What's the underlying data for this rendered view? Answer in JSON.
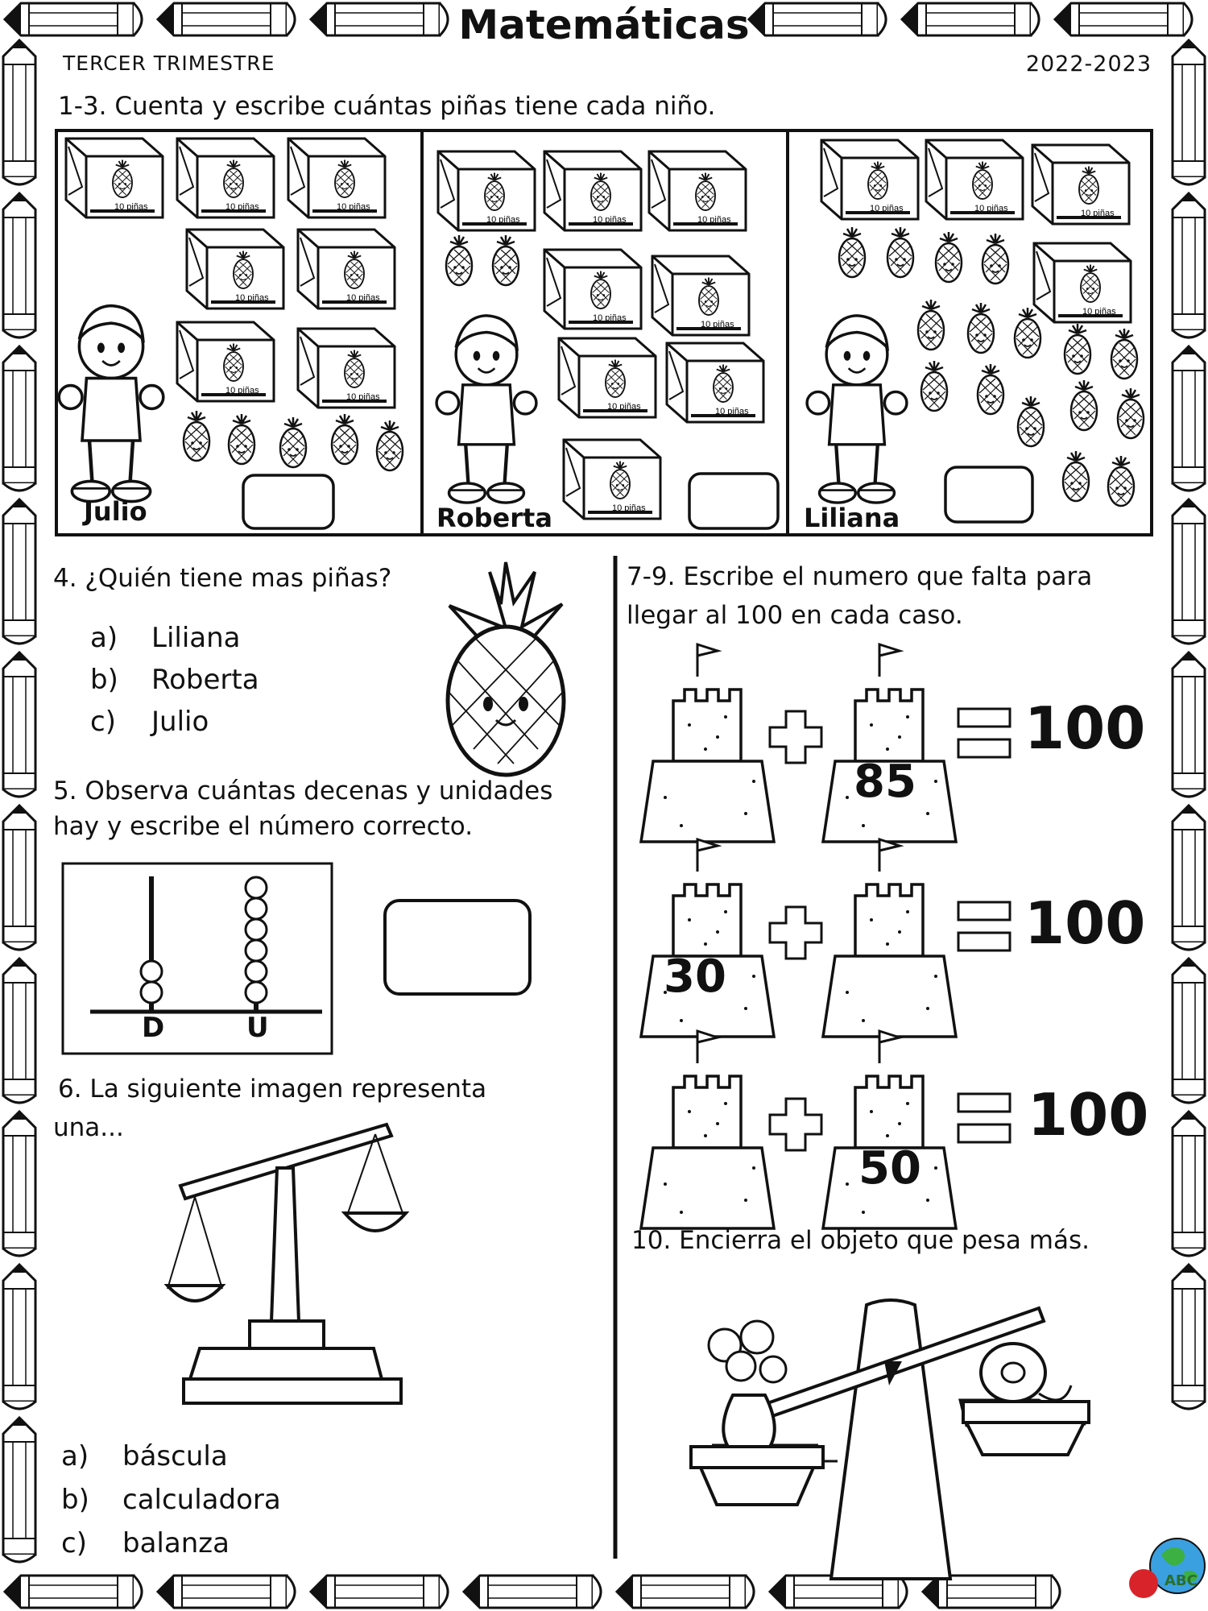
{
  "header": {
    "title": "Matemáticas",
    "term": "TERCER TRIMESTRE",
    "year": "2022-2023"
  },
  "q1_3": {
    "prompt": "1-3. Cuenta y escribe cuántas piñas tiene cada niño.",
    "box_label": "10 piñas",
    "children": [
      {
        "name": "Julio",
        "boxes": 7,
        "loose": 5
      },
      {
        "name": "Roberta",
        "boxes": 8,
        "loose": 2
      },
      {
        "name": "Liliana",
        "boxes": 4,
        "loose": 16
      }
    ]
  },
  "q4": {
    "prompt": "4. ¿Quién tiene mas piñas?",
    "options": [
      {
        "letter": "a)",
        "text": "Liliana"
      },
      {
        "letter": "b)",
        "text": "Roberta"
      },
      {
        "letter": "c)",
        "text": "Julio"
      }
    ]
  },
  "q5": {
    "prompt_line1": "5. Observa cuántas decenas y unidades",
    "prompt_line2": "hay y escribe el número correcto.",
    "tens_label": "D",
    "units_label": "U",
    "tens_beads": 2,
    "units_beads": 6
  },
  "q6": {
    "prompt_line1": "6. La siguiente imagen representa",
    "prompt_line2": "una...",
    "options": [
      {
        "letter": "a)",
        "text": "báscula"
      },
      {
        "letter": "b)",
        "text": "calculadora"
      },
      {
        "letter": "c)",
        "text": "balanza"
      }
    ]
  },
  "q7_9": {
    "prompt_line1": "7-9. Escribe el numero que falta para",
    "prompt_line2": "llegar al 100 en cada caso.",
    "total": "100",
    "rows": [
      {
        "given": "85",
        "position": "right"
      },
      {
        "given": "30",
        "position": "left"
      },
      {
        "given": "50",
        "position": "right"
      }
    ]
  },
  "q10": {
    "prompt": "10. Encierra el objeto que pesa más."
  },
  "logo": {
    "text": "ABC"
  }
}
